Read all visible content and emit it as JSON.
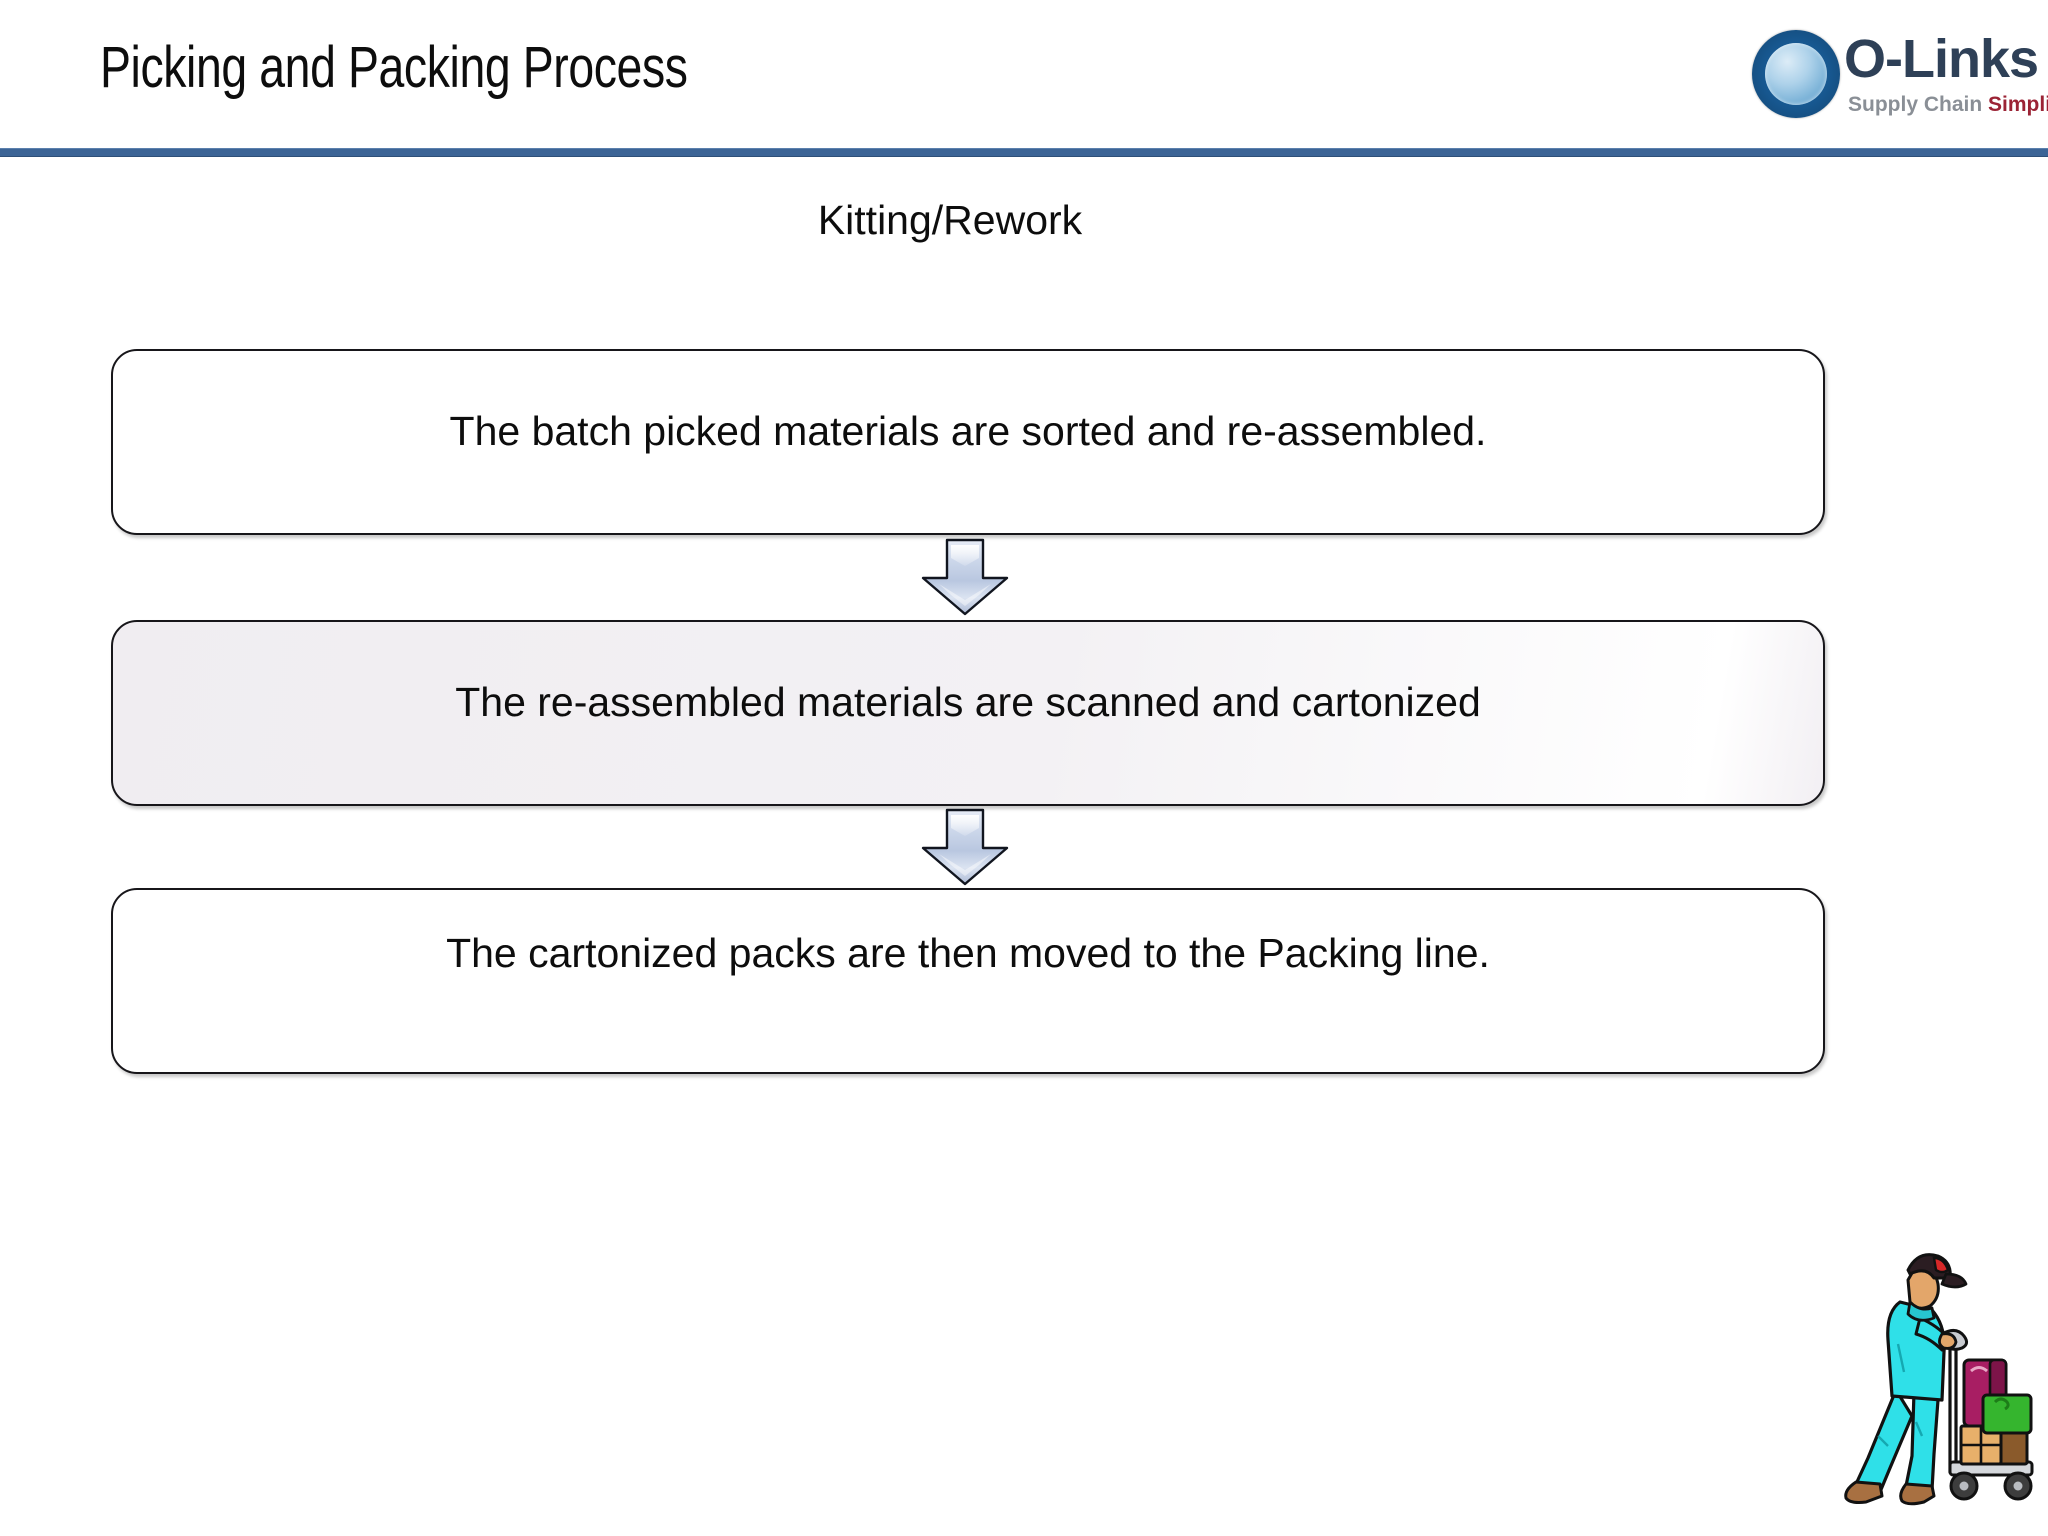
{
  "header": {
    "title": "Picking and Packing Process",
    "rule_color": "#3c6496"
  },
  "logo": {
    "mark_name": "o-links-circle-logo",
    "wordmark": "O-Links",
    "tagline_primary": "Supply Chain ",
    "tagline_accent": "Simplified",
    "mark_color": "#17578f",
    "word_color": "#2e4057",
    "tagline_primary_color": "#8a8f96",
    "tagline_accent_color": "#9b2335"
  },
  "subtitle": "Kitting/Rework",
  "flow": {
    "steps": [
      {
        "id": "step-1",
        "text": "The batch picked materials are sorted and re-assembled.",
        "fill": "#ffffff",
        "border": "#17161a"
      },
      {
        "id": "step-2",
        "text": "The re-assembled materials are scanned and cartonized",
        "fill": "#f2eff3",
        "border": "#17161a"
      },
      {
        "id": "step-3",
        "text": "The cartonized packs are then moved to the Packing line.",
        "fill": "#ffffff",
        "border": "#17161a"
      }
    ],
    "connectors": [
      {
        "id": "connector-1",
        "icon": "down-arrow-icon",
        "fill": "#c6d0e6"
      },
      {
        "id": "connector-2",
        "icon": "down-arrow-icon",
        "fill": "#c6d0e6"
      }
    ]
  },
  "clipart": {
    "name": "warehouse-worker-with-hand-truck-clipart",
    "colors": {
      "coveralls": "#2fe0e8",
      "cap": "#2b1d22",
      "cap_accent": "#d62828",
      "skin": "#e3a66a",
      "boots": "#a87041",
      "suitcase": "#a81e63",
      "green_box": "#35b52e",
      "tan_box": "#e8b06a",
      "brown_box": "#8a5a2b",
      "cart": "#3d3d3d"
    }
  }
}
